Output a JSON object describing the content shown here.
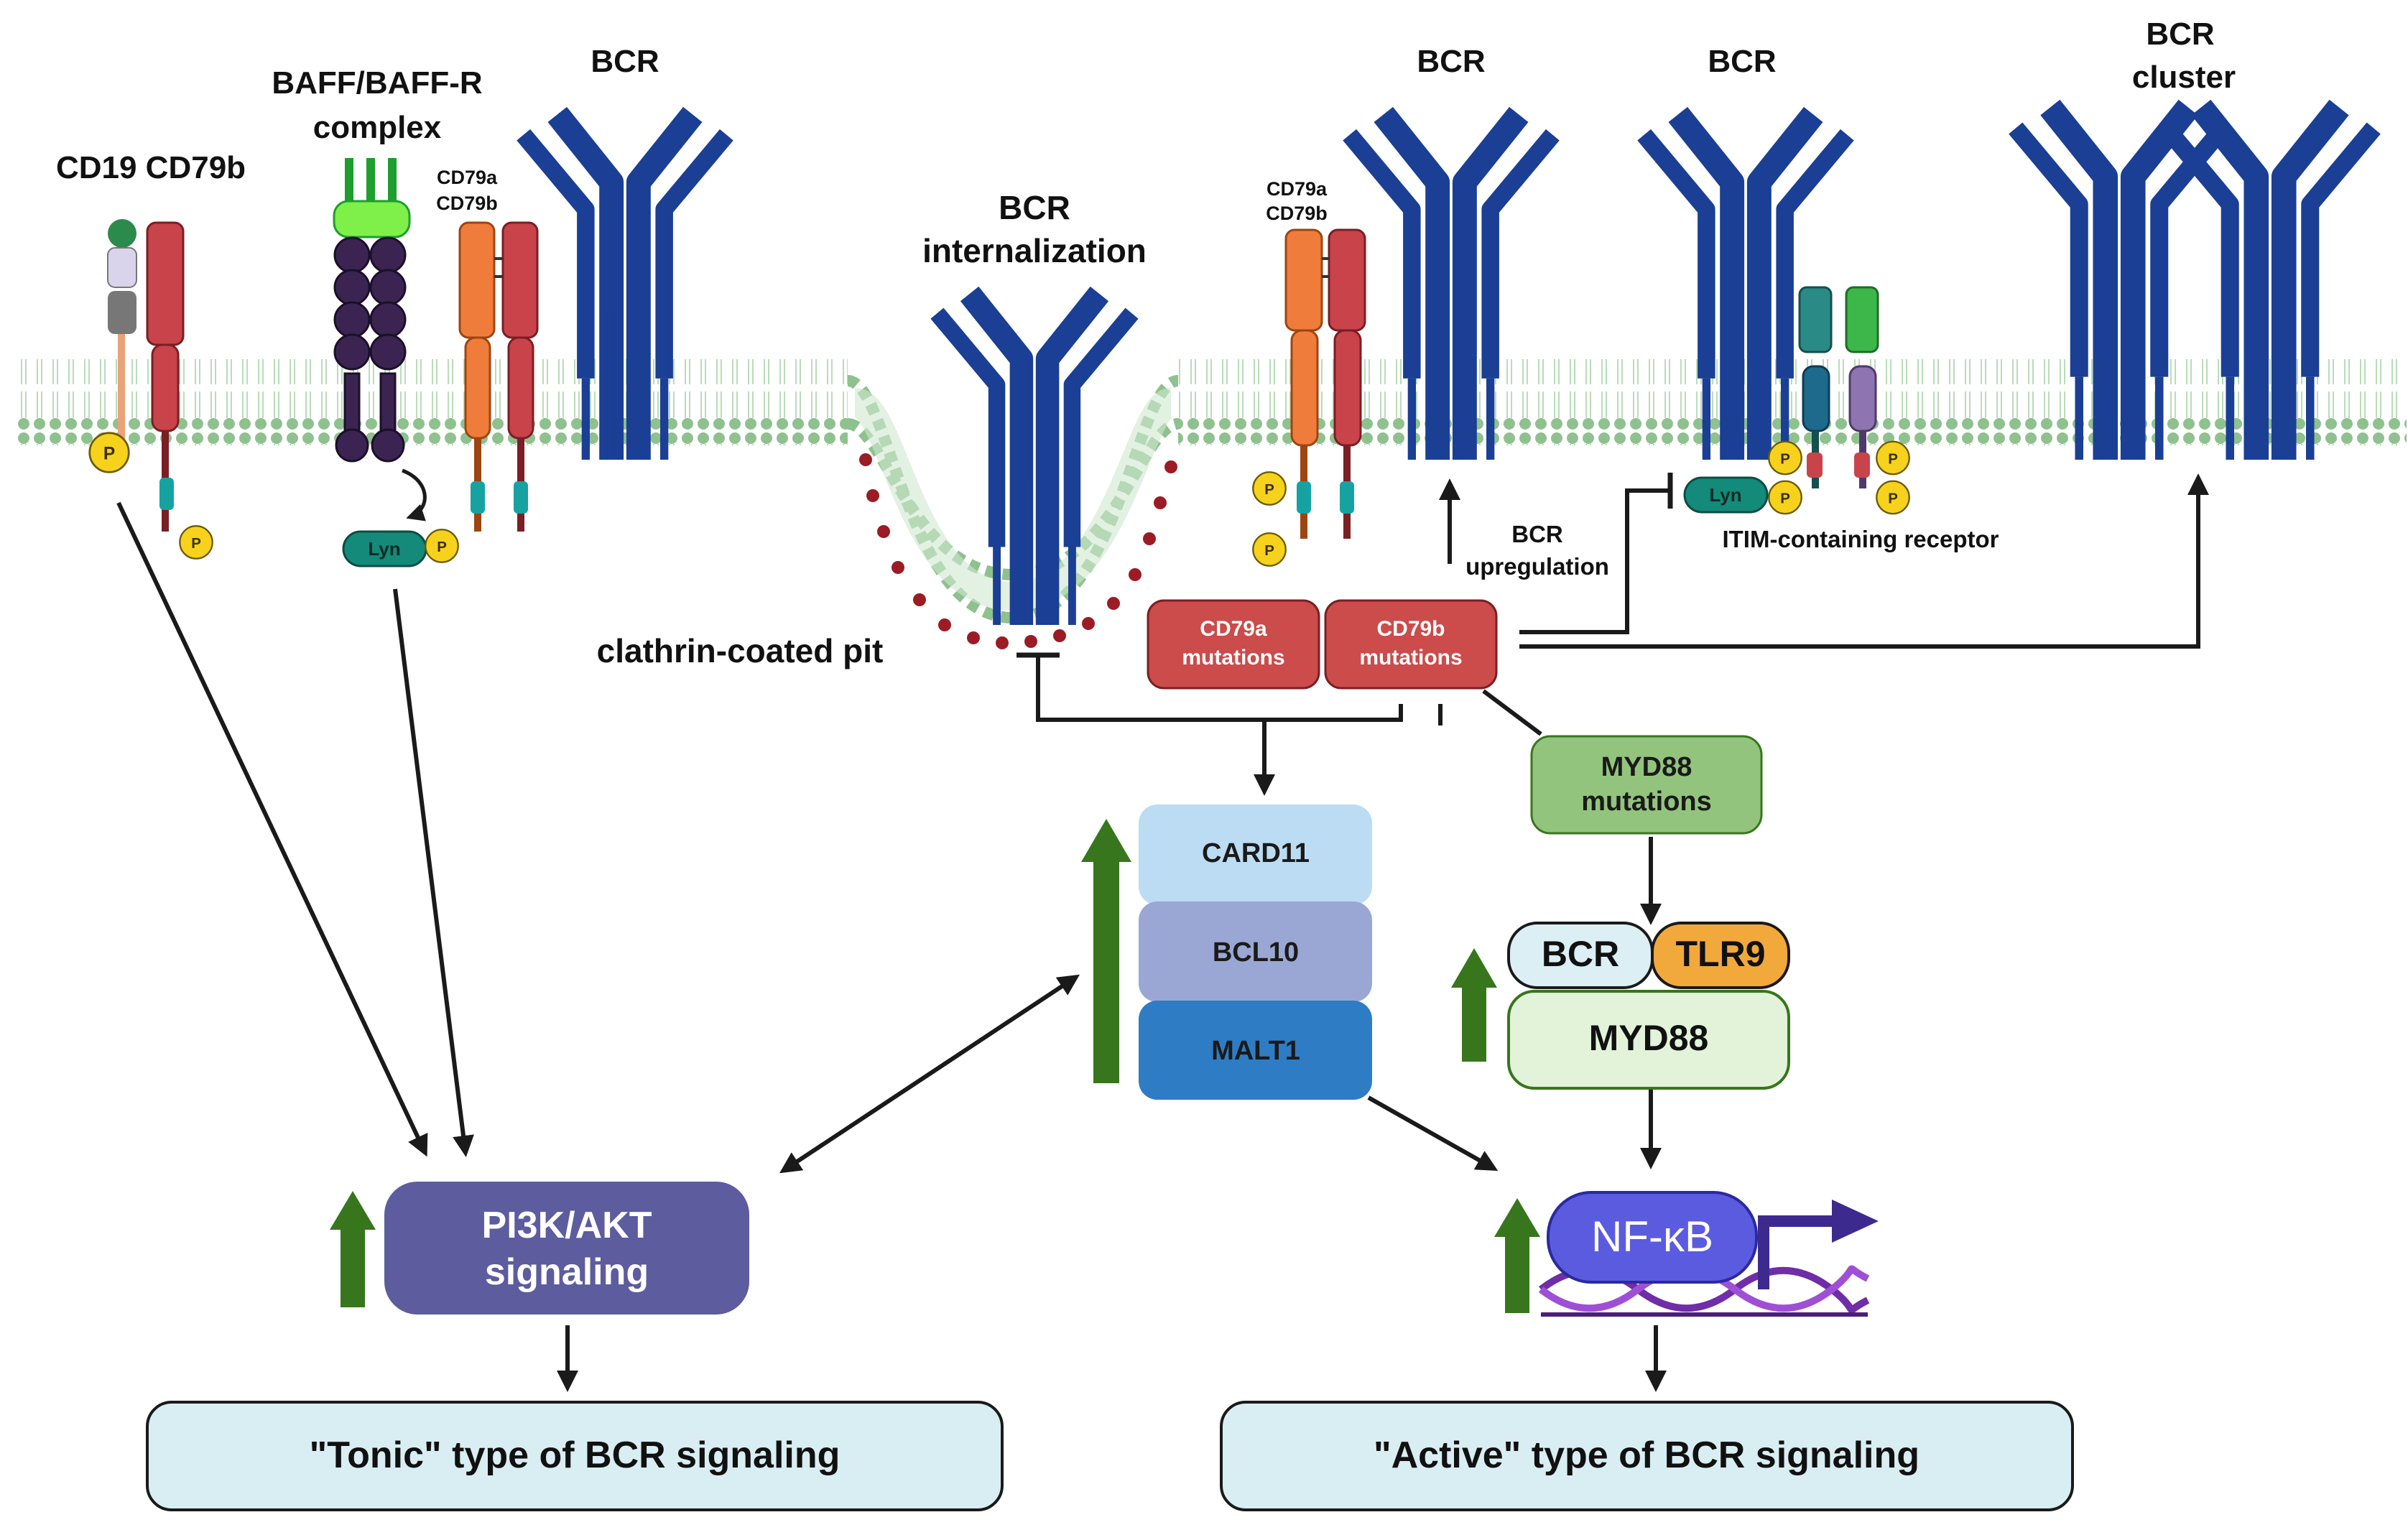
{
  "labels": {
    "cd19_cd79b": "CD19 CD79b",
    "baff_line1": "BAFF/BAFF-R",
    "baff_line2": "complex",
    "cd79a_small_1": "CD79a",
    "cd79b_small_1": "CD79b",
    "bcr_1": "BCR",
    "bcr_intern_line1": "BCR",
    "bcr_intern_line2": "internalization",
    "cd79a_small_2": "CD79a",
    "cd79b_small_2": "CD79b",
    "bcr_2": "BCR",
    "bcr_3": "BCR",
    "bcr_cluster_line1": "BCR",
    "bcr_cluster_line2": "cluster",
    "clathrin": "clathrin-coated pit",
    "bcr_up_line1": "BCR",
    "bcr_up_line2": "upregulation",
    "itim": "ITIM-containing receptor",
    "lyn": "Lyn",
    "p": "P"
  },
  "boxes": {
    "cd79a_mut_line1": "CD79a",
    "cd79a_mut_line2": "mutations",
    "cd79b_mut_line1": "CD79b",
    "cd79b_mut_line2": "mutations",
    "myd88_mut_line1": "MYD88",
    "myd88_mut_line2": "mutations",
    "card11": "CARD11",
    "bcl10": "BCL10",
    "malt1": "MALT1",
    "bcr": "BCR",
    "tlr9": "TLR9",
    "myd88": "MYD88",
    "pi3k_line1": "PI3K/AKT",
    "pi3k_line2": "signaling",
    "nfkb": "NF-κB",
    "tonic": "\"Tonic\" type of BCR signaling",
    "active": "\"Active\" type of BCR signaling"
  },
  "colors": {
    "membrane": "#8fc18f",
    "bcr_blue": "#1a3f94",
    "cd79a_orange": "#f07c3c",
    "cd79b_red": "#c9434a",
    "mutation_red": "#cc4b4b",
    "myd88_green": "#93c47d",
    "up_arrow_green": "#38761d",
    "pi3k_purple": "#5c5c9e",
    "nfkb_purple": "#5b5be0",
    "outcome_fill": "#d9eef3",
    "card11_fill": "#bcdcf3",
    "bcl10_fill": "#9aa7d4",
    "malt1_fill": "#2e7cc4",
    "tlr9_orange": "#f2a93b"
  }
}
